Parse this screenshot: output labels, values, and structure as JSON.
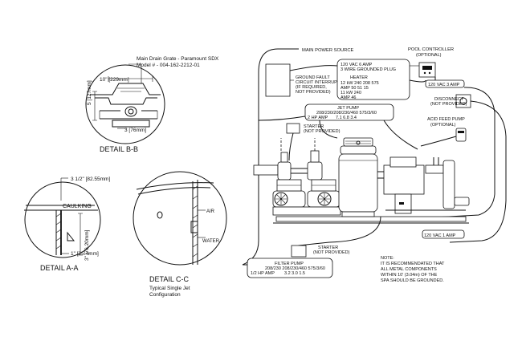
{
  "detail_bb": {
    "grate_model_line1": "Main Drain Grate - Paramount SDX",
    "grate_model_line2": "Model # - 004-162-2212-01",
    "dim_width": "10\" [229mm]",
    "dim_height": "5 [127mm]",
    "dim_3": "3 [76mm]",
    "title": "DETAIL B-B"
  },
  "detail_aa": {
    "dim_top": "3 1/2\" [82.55mm]",
    "caulking": "CAULKING",
    "dim_vertical": "3\" [76.20mm]",
    "dim_bottom": "1\" [25.4mm]",
    "title": "DETAIL A-A"
  },
  "detail_cc": {
    "air": "AIR",
    "water": "WATER",
    "title": "DETAIL C-C",
    "subtitle_line1": "Typical Single Jet",
    "subtitle_line2": "Configuration"
  },
  "wiring": {
    "main_power_source": "MAIN POWER SOURCE",
    "pool_controller_line1": "POOL CONTROLLER",
    "pool_controller_line2": "(OPTIONAL)",
    "heater_supply_line1": "120 VAC 6 AMP",
    "heater_supply_line2": "3 WIRE GROUNDED PLUG",
    "heater_label": "HEATER",
    "heater_kw_row": "12 kW 240 208 575",
    "heater_amp_row": "AMP  50  51  15",
    "heater_11kw": "11 kW 240",
    "heater_11amp": "AMP   46",
    "controller_supply": "120 VAC 3 AMP",
    "gfci_line1": "GROUND FAULT",
    "gfci_line2": "CIRCUIT INTERRUPTER",
    "gfci_line3": "(IF REQUIRED,",
    "gfci_line4": "NOT PROVIDED)",
    "disconnect_line1": "DISCONNECT",
    "disconnect_line2": "(NOT PROVIDED)",
    "jet_pump_label": "JET PUMP",
    "jet_pump_volts": "208/230/208/230/460  575/3/60",
    "jet_pump_hp": "2 HP  AMP",
    "jet_pump_amps": "7.1    6.8    3.4",
    "starter_top_line1": "STARTER",
    "starter_top_line2": "(NOT PROVIDED)",
    "acid_pump_line1": "ACID FEED PUMP",
    "acid_pump_line2": "(OPTIONAL)",
    "acid_supply": "120 VAC 1 AMP",
    "starter_bottom_line1": "STARTER",
    "starter_bottom_line2": "(NOT PROVIDED)",
    "filter_pump_label": "FILTER PUMP",
    "filter_pump_volts": "208/230 208/230/460 575/3/60",
    "filter_pump_hp": "1/2 HP  AMP",
    "filter_pump_amps": "3.2     3.0     1.5",
    "note_title": "NOTE:",
    "note_line1": "IT IS RECOMMENDATED THAT",
    "note_line2": "ALL METAL COMPONENTS",
    "note_line3": "WITHIN 10' (3.04m) OF THE",
    "note_line4": "SPA SHOULD BE GROUNDED."
  },
  "icons": {
    "controller": "pool-controller-icon",
    "acid_pump": "acid-feed-pump-icon",
    "disconnect": "disconnect-switch-icon"
  }
}
